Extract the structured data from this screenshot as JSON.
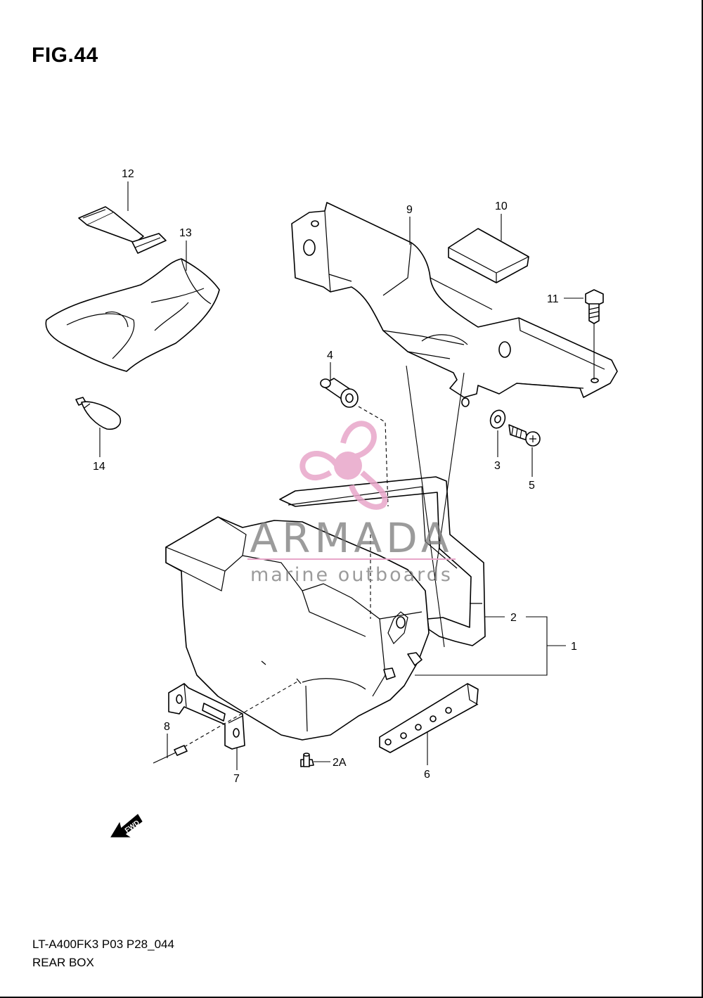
{
  "figure": {
    "title": "FIG.44",
    "model_code": "LT-A400FK3 P03 P28_044",
    "section_name": "REAR BOX"
  },
  "callouts": [
    {
      "id": "c1",
      "label": "1"
    },
    {
      "id": "c2",
      "label": "2"
    },
    {
      "id": "c2a",
      "label": "2A"
    },
    {
      "id": "c3",
      "label": "3"
    },
    {
      "id": "c4",
      "label": "4"
    },
    {
      "id": "c5",
      "label": "5"
    },
    {
      "id": "c6",
      "label": "6"
    },
    {
      "id": "c7",
      "label": "7"
    },
    {
      "id": "c8",
      "label": "8"
    },
    {
      "id": "c9",
      "label": "9"
    },
    {
      "id": "c10",
      "label": "10"
    },
    {
      "id": "c11",
      "label": "11"
    },
    {
      "id": "c12",
      "label": "12"
    },
    {
      "id": "c13",
      "label": "13"
    },
    {
      "id": "c14",
      "label": "14"
    }
  ],
  "fwd_marker": {
    "text": "FWD"
  },
  "watermark": {
    "brand": "ARMADA",
    "tagline": "marine outboards",
    "logo_color": "#e8a6c9",
    "text_color": "#7a7a7a"
  }
}
